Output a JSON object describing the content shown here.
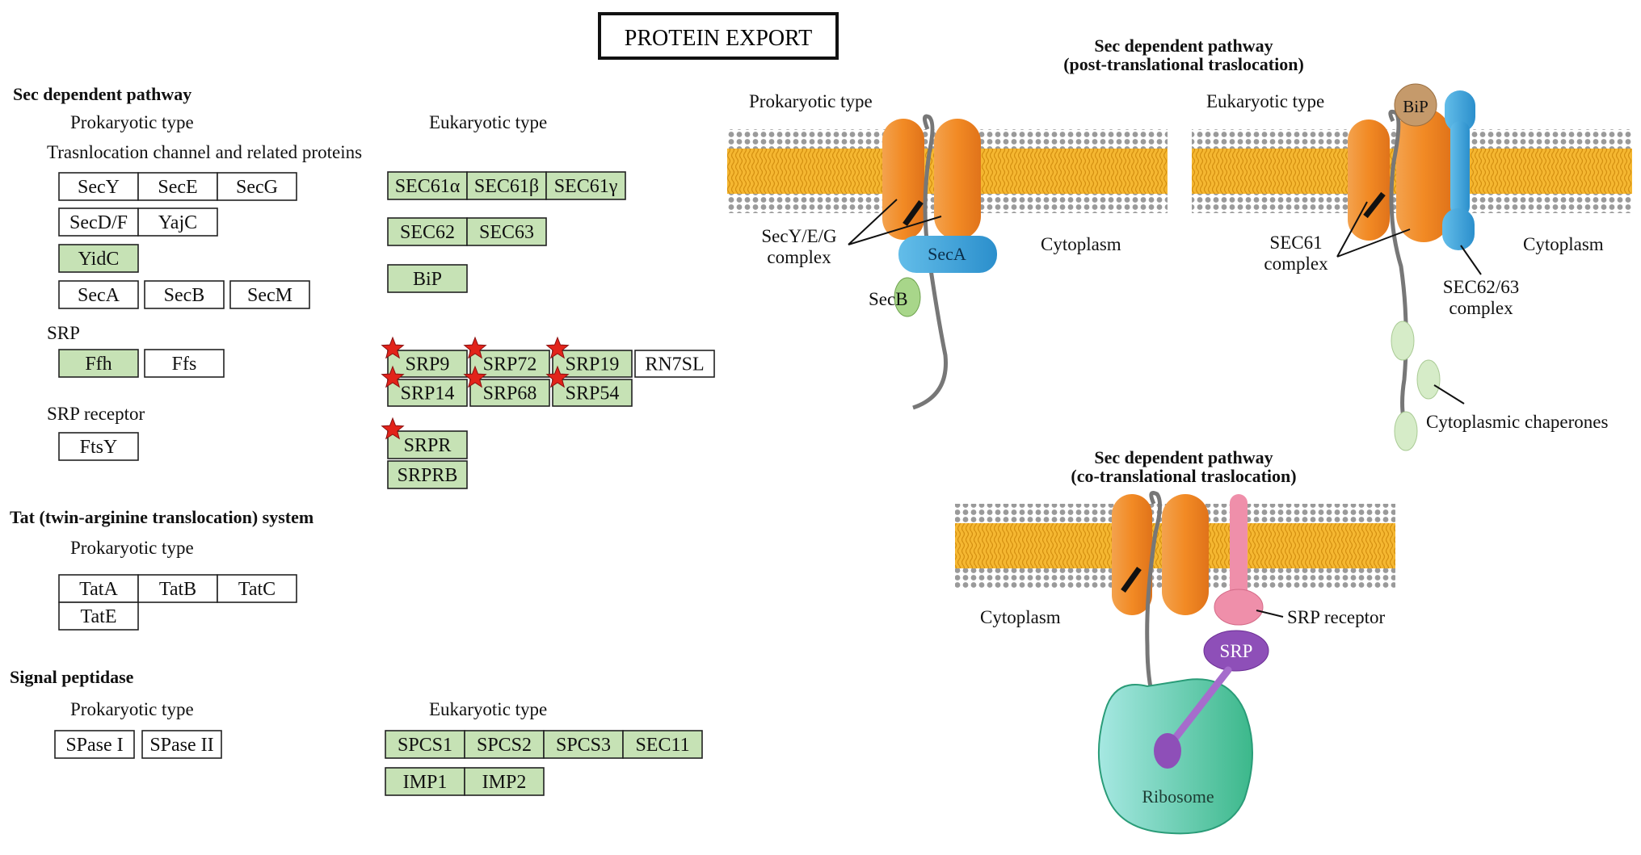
{
  "title": "PROTEIN EXPORT",
  "left": {
    "sec_header": "Sec dependent pathway",
    "prokaryotic_label": "Prokaryotic type",
    "eukaryotic_label": "Eukaryotic type",
    "channel_label": "Trasnlocation channel and related proteins",
    "pro_channel_rows": [
      [
        {
          "t": "SecY",
          "g": false
        },
        {
          "t": "SecE",
          "g": false
        },
        {
          "t": "SecG",
          "g": false
        }
      ],
      [
        {
          "t": "SecD/F",
          "g": false
        },
        {
          "t": "YajC",
          "g": false
        }
      ],
      [
        {
          "t": "YidC",
          "g": true
        }
      ],
      [
        {
          "t": "SecA",
          "g": false
        },
        {
          "t": "SecB",
          "g": false
        },
        {
          "t": "SecM",
          "g": false
        }
      ]
    ],
    "euk_channel_rows": [
      [
        {
          "t": "SEC61α",
          "g": true
        },
        {
          "t": "SEC61β",
          "g": true
        },
        {
          "t": "SEC61γ",
          "g": true
        }
      ],
      [
        {
          "t": "SEC62",
          "g": true
        },
        {
          "t": "SEC63",
          "g": true
        }
      ],
      [
        {
          "t": "BiP",
          "g": true
        }
      ]
    ],
    "srp_label": "SRP",
    "pro_srp": [
      {
        "t": "Ffh",
        "g": true
      },
      {
        "t": "Ffs",
        "g": false
      }
    ],
    "euk_srp_row1": [
      {
        "t": "SRP9",
        "g": true,
        "star": true
      },
      {
        "t": "SRP72",
        "g": true,
        "star": true
      },
      {
        "t": "SRP19",
        "g": true,
        "star": true
      },
      {
        "t": "RN7SL",
        "g": false,
        "star": false
      }
    ],
    "euk_srp_row2": [
      {
        "t": "SRP14",
        "g": true,
        "star": true
      },
      {
        "t": "SRP68",
        "g": true,
        "star": true
      },
      {
        "t": "SRP54",
        "g": true,
        "star": true
      }
    ],
    "srp_receptor_label": "SRP receptor",
    "pro_srpr": [
      {
        "t": "FtsY",
        "g": false
      }
    ],
    "euk_srpr": [
      {
        "t": "SRPR",
        "g": true,
        "star": true
      },
      {
        "t": "SRPRB",
        "g": true,
        "star": false
      }
    ],
    "tat_header": "Tat (twin-arginine translocation) system",
    "tat_prok_label": "Prokaryotic type",
    "tat_row1": [
      {
        "t": "TatA",
        "g": false
      },
      {
        "t": "TatB",
        "g": false
      },
      {
        "t": "TatC",
        "g": false
      }
    ],
    "tat_row2": [
      {
        "t": "TatE",
        "g": false
      }
    ],
    "sp_header": "Signal peptidase",
    "sp_prok_label": "Prokaryotic type",
    "sp_euk_label": "Eukaryotic type",
    "sp_pro": [
      {
        "t": "SPase I",
        "g": false
      },
      {
        "t": "SPase II",
        "g": false
      }
    ],
    "sp_euk_row1": [
      {
        "t": "SPCS1",
        "g": true
      },
      {
        "t": "SPCS2",
        "g": true
      },
      {
        "t": "SPCS3",
        "g": true
      },
      {
        "t": "SEC11",
        "g": true
      }
    ],
    "sp_euk_row2": [
      {
        "t": "IMP1",
        "g": true
      },
      {
        "t": "IMP2",
        "g": true
      }
    ]
  },
  "right": {
    "post_title_1": "Sec dependent pathway",
    "post_title_2": "(post-translational traslocation)",
    "prok_type": "Prokaryotic type",
    "euk_type": "Eukaryotic type",
    "secyeg_1": "SecY/E/G",
    "secyeg_2": "complex",
    "seca": "SecA",
    "secb": "SecB",
    "cytoplasm": "Cytoplasm",
    "bip": "BiP",
    "sec61_1": "SEC61",
    "sec61_2": "complex",
    "sec6263_1": "SEC62/63",
    "sec6263_2": "complex",
    "chaperones": "Cytoplasmic chaperones",
    "co_title_1": "Sec dependent pathway",
    "co_title_2": "(co-translational traslocation)",
    "srp_receptor": "SRP receptor",
    "srp": "SRP",
    "ribosome": "Ribosome"
  },
  "colors": {
    "known_gene": "#c6e2b5",
    "membrane": "#f5b731",
    "channel": "#f08a2a",
    "seca": "#3aa3dd",
    "srp_receptor": "#ef8faa",
    "srp": "#8e4fb8",
    "ribosome": "#3fbf9a",
    "star": "#e2231a"
  }
}
